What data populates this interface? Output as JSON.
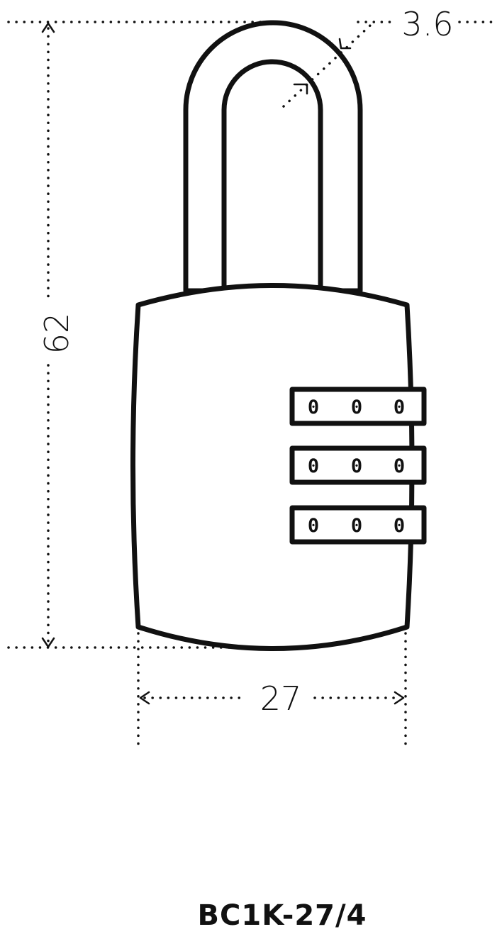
{
  "dimensions": {
    "height": "62",
    "width": "27",
    "shackle_diameter": "3.6"
  },
  "dials": [
    {
      "row": 1,
      "digits": [
        "0",
        "0",
        "0"
      ]
    },
    {
      "row": 2,
      "digits": [
        "0",
        "0",
        "0"
      ]
    },
    {
      "row": 3,
      "digits": [
        "0",
        "0",
        "0"
      ]
    }
  ],
  "model": "BC1K-27/4"
}
